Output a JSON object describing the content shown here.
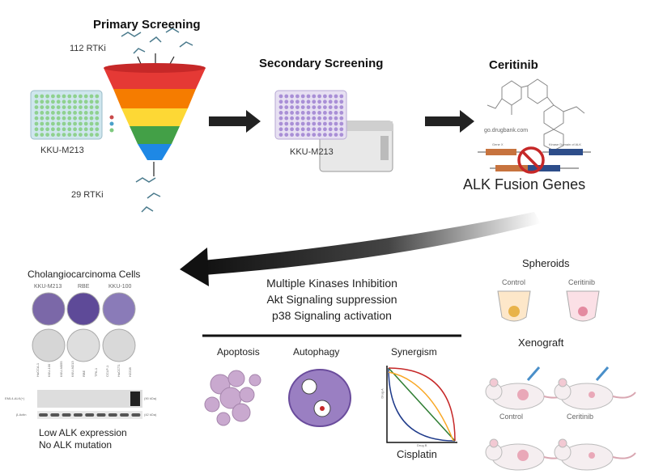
{
  "primary": {
    "title": "Primary Screening",
    "input_count": "112 RTKi",
    "output_count": "29 RTKi",
    "cell_line": "KKU-M213"
  },
  "secondary": {
    "title": "Secondary Screening",
    "cell_line": "KKU-M213"
  },
  "drug": {
    "title": "Ceritinib",
    "source": "go.drugbank.com",
    "target": "ALK Fusion Genes",
    "gene_a": "Gene X",
    "gene_b": "Kinase Domain of ALK"
  },
  "cells": {
    "title": "Cholangiocarcinoma Cells",
    "lines": [
      "KKU-M213",
      "RBE",
      "KKU-100"
    ],
    "blot_lanes": [
      "HuCCA-1",
      "KKU-100",
      "KKU-M055",
      "KKU-M213",
      "RBE",
      "TFK-1",
      "CCLP-1",
      "HuCCT1",
      "H2228"
    ],
    "blot_rows": [
      "EML4-ALK(+)",
      "β-Actin"
    ],
    "blot_sizes": [
      "(90 kDa)",
      "(42 kDa)"
    ],
    "finding_1": "Low ALK expression",
    "finding_2": "No ALK mutation"
  },
  "mechanism": {
    "line_1": "Multiple Kinases Inhibition",
    "line_2": "Akt Signaling suppression",
    "line_3": "p38 Signaling activation"
  },
  "effects": {
    "apoptosis": "Apoptosis",
    "autophagy": "Autophagy",
    "synergism": "Synergism",
    "synergy_drug": "Cisplatin",
    "axis_y": "Drug A",
    "axis_x": "Drug B"
  },
  "models": {
    "spheroids": "Spheroids",
    "xenograft": "Xenograft",
    "control": "Control",
    "treatment": "Ceritinib"
  },
  "colors": {
    "funnel": [
      "#e53935",
      "#f57c00",
      "#fdd835",
      "#43a047",
      "#1e88e5"
    ],
    "stain": "#6a4c9c",
    "accent_red": "#c62828"
  }
}
